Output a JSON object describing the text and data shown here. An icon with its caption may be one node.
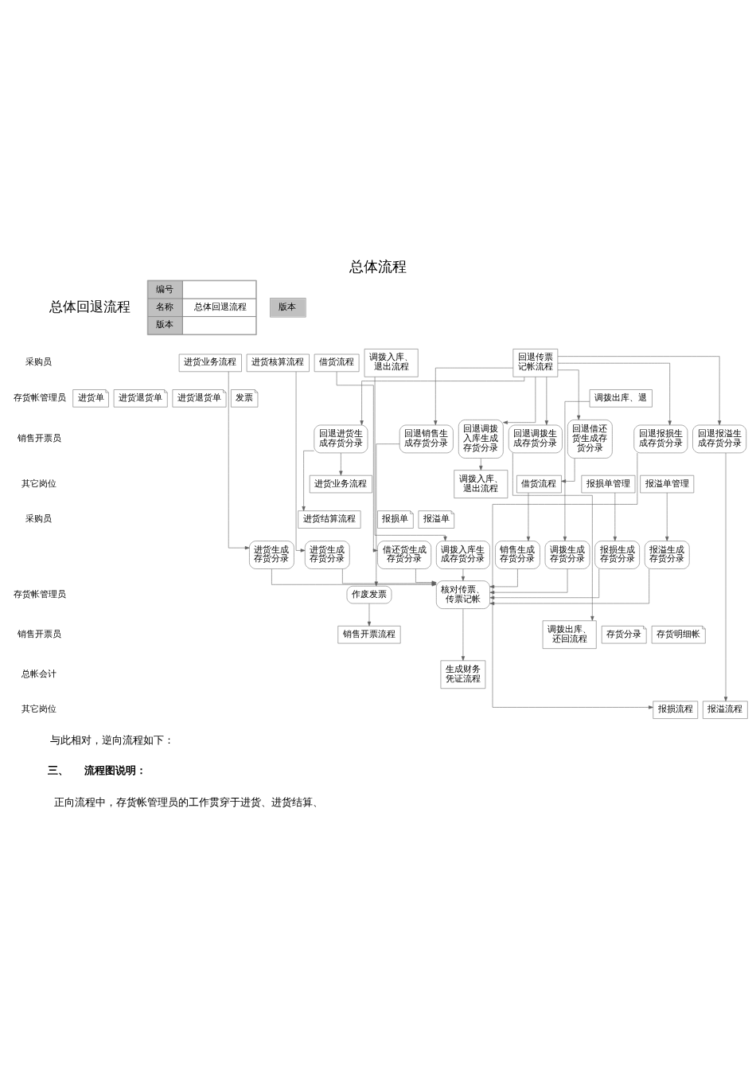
{
  "diagram": {
    "title": "总体流程",
    "nodes": [
      {
        "text": [
          "进货业务流程"
        ]
      },
      {
        "text": [
          "进货核算流程"
        ]
      },
      {
        "text": [
          "借货流程"
        ]
      },
      {
        "text": [
          "调拨入库、退出流程"
        ]
      },
      {
        "text": [
          "回退传票记帐流程"
        ]
      },
      {
        "text": [
          "进货单"
        ]
      },
      {
        "text": [
          "进货退货单"
        ]
      },
      {
        "text": [
          "进货退货单"
        ]
      },
      {
        "text": [
          "回退进货生成存货分录"
        ]
      },
      {
        "text": [
          "回退销售生成存货分录"
        ]
      },
      {
        "text": [
          "回退调拨入库生成存货分录"
        ]
      },
      {
        "text": [
          "回退调拨生成存货分录"
        ]
      },
      {
        "text": [
          "回退借还货生成存货分录"
        ]
      },
      {
        "text": [
          "回退报损生成存货分录"
        ]
      },
      {
        "text": [
          "回退报溢生成存货分录"
        ]
      },
      {
        "text": [
          "调拨出库、退"
        ]
      },
      {
        "text": [
          "发票"
        ]
      },
      {
        "text": [
          "进货业务流程"
        ]
      },
      {
        "text": [
          "报损单管理"
        ]
      },
      {
        "text": [
          "报溢单管理"
        ]
      },
      {
        "text": [
          "调拨入库、退出流程"
        ]
      },
      {
        "text": [
          "借货流程"
        ]
      },
      {
        "text": [
          "报损单"
        ]
      },
      {
        "text": [
          "报溢单"
        ]
      },
      {
        "text": [
          "进货结算流程"
        ]
      },
      {
        "text": [
          "进货生成存货分录"
        ]
      },
      {
        "text": [
          "进货生成存货分录"
        ]
      },
      {
        "text": [
          "借还货生成存货分录"
        ]
      },
      {
        "text": [
          "调拨入库生成存货分录"
        ]
      },
      {
        "text": [
          "销售生成存货分录"
        ]
      },
      {
        "text": [
          "调拨生成存货分录"
        ]
      },
      {
        "text": [
          "报损生成存货分录"
        ]
      },
      {
        "text": [
          "报溢生成存货分录"
        ]
      },
      {
        "text": [
          "作废发票"
        ]
      },
      {
        "text": [
          "核对传票、传票记帐"
        ]
      },
      {
        "text": [
          "销售开票流程"
        ]
      },
      {
        "text": [
          "调拨出库、还回流程"
        ]
      },
      {
        "text": [
          "存货分录"
        ]
      },
      {
        "text": [
          "存货明细帐"
        ]
      },
      {
        "text": [
          "生成财务凭证流程"
        ]
      },
      {
        "text": [
          "报损流程"
        ]
      },
      {
        "text": [
          "报溢流程"
        ]
      }
    ],
    "edges": [
      {
        "from": 4,
        "to": 8,
        "arrow": "to"
      },
      {
        "from": 4,
        "to": 9,
        "arrow": "to"
      },
      {
        "from": 4,
        "to": 10,
        "arrow": "to"
      },
      {
        "from": 4,
        "to": 11,
        "arrow": "to"
      },
      {
        "from": 4,
        "to": 12,
        "arrow": "to"
      },
      {
        "from": 4,
        "to": 13,
        "arrow": "to"
      },
      {
        "from": 4,
        "to": 14,
        "arrow": "to"
      },
      {
        "from": 8,
        "to": 17,
        "arrow": "to"
      },
      {
        "from": 8,
        "to": 24,
        "arrow": "to"
      },
      {
        "from": 10,
        "to": 20,
        "arrow": "to"
      },
      {
        "from": 12,
        "to": 21,
        "arrow": "to"
      },
      {
        "from": 0,
        "to": 25,
        "arrow": "to"
      },
      {
        "from": 1,
        "to": 26,
        "arrow": "to"
      },
      {
        "from": 2,
        "to": 27,
        "arrow": "to"
      },
      {
        "from": 3,
        "to": 28,
        "arrow": "to"
      },
      {
        "from": 21,
        "to": 29,
        "arrow": "to"
      },
      {
        "from": 15,
        "to": 30,
        "arrow": "to"
      },
      {
        "from": 18,
        "to": 31,
        "arrow": "to"
      },
      {
        "from": 19,
        "to": 32,
        "arrow": "to"
      },
      {
        "from": 25,
        "to": 34,
        "arrow": "to"
      },
      {
        "from": 26,
        "to": 34,
        "arrow": "to"
      },
      {
        "from": 27,
        "to": 34,
        "arrow": "to"
      },
      {
        "from": 28,
        "to": 34,
        "arrow": "to"
      },
      {
        "from": 29,
        "to": 34,
        "arrow": "to"
      },
      {
        "from": 30,
        "to": 34,
        "arrow": "to"
      },
      {
        "from": 31,
        "to": 34,
        "arrow": "to"
      },
      {
        "from": 32,
        "to": 34,
        "arrow": "to"
      },
      {
        "from": 9,
        "to": 33,
        "arrow": "to"
      },
      {
        "from": 33,
        "to": 35,
        "arrow": "to"
      },
      {
        "from": 11,
        "to": 36,
        "arrow": "to"
      },
      {
        "from": 34,
        "to": 39,
        "arrow": "to"
      },
      {
        "from": 13,
        "to": 40,
        "arrow": "to"
      },
      {
        "from": 14,
        "to": 41,
        "arrow": "to"
      }
    ],
    "labels": [
      "总体回退流程",
      "编号",
      "名称",
      "总体回退流程",
      "版本",
      "版本",
      "采购员",
      "存货帐管理员",
      "销售开票员",
      "其它岗位",
      "采购员",
      "存货帐管理员",
      "销售开票员",
      "总帐会计",
      "其它岗位",
      "与此相对，逆向流程如下：",
      "三、",
      "流程图说明：",
      "正向流程中，存货帐管理员的工作贯穿于进货、进货结算、"
    ]
  }
}
